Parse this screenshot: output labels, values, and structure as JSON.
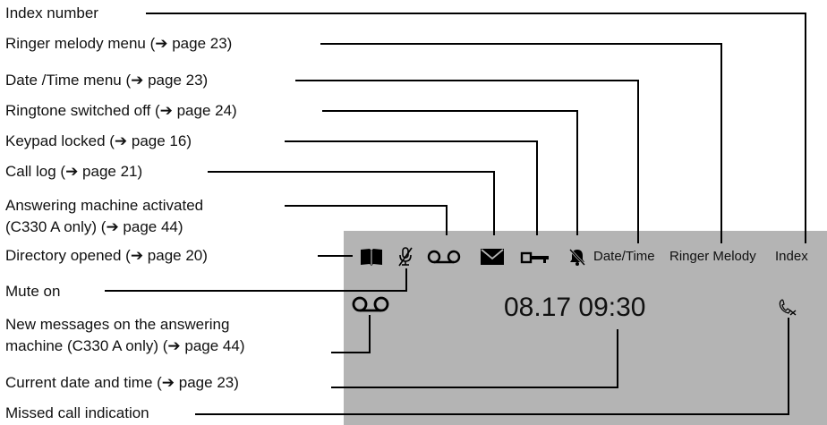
{
  "labels": {
    "index_number": "Index number",
    "ringer_melody_menu": "Ringer melody menu (➔ page 23)",
    "date_time_menu": "Date /Time menu (➔ page 23)",
    "ringtone_off": "Ringtone switched off (➔ page 24)",
    "keypad_locked": "Keypad locked (➔ page 16)",
    "call_log": "Call log (➔ page 21)",
    "answering_machine_line1": "Answering machine activated",
    "answering_machine_line2": "(C330 A only) (➔ page 44)",
    "directory_opened": "Directory opened (➔ page 20)",
    "mute_on": "Mute on",
    "new_messages_line1": "New messages on the answering",
    "new_messages_line2": "machine (C330 A only) (➔ page 44)",
    "current_date_time": "Current date and time (➔ page 23)",
    "missed_call": "Missed call indication"
  },
  "screen": {
    "date_time": "Date/Time",
    "ringer_melody": "Ringer Melody",
    "index": "Index",
    "clock": "08.17 09:30"
  },
  "icons": [
    "directory-icon",
    "mute-icon",
    "answering-machine-icon",
    "envelope-icon",
    "key-icon",
    "ringer-off-icon",
    "new-messages-icon",
    "missed-call-icon"
  ],
  "colors": {
    "screen_background": "#b4b4b4",
    "line_color": "#000000"
  }
}
